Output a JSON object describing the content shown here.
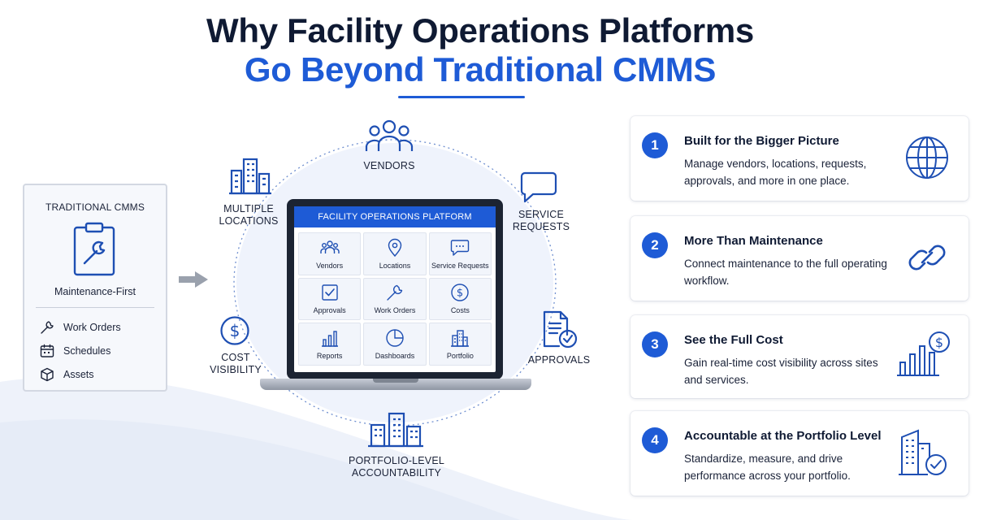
{
  "title": {
    "line1": "Why Facility Operations Platforms",
    "line2": "Go Beyond Traditional CMMS"
  },
  "cmms": {
    "title": "TRADITIONAL CMMS",
    "subtitle": "Maintenance-First",
    "items": [
      {
        "label": "Work Orders",
        "icon": "wrench-icon"
      },
      {
        "label": "Schedules",
        "icon": "calendar-icon"
      },
      {
        "label": "Assets",
        "icon": "cube-icon"
      }
    ]
  },
  "orbit": {
    "vendors": "VENDORS",
    "service_requests_1": "SERVICE",
    "service_requests_2": "REQUESTS",
    "approvals": "APPROVALS",
    "portfolio_1": "PORTFOLIO-LEVEL",
    "portfolio_2": "ACCOUNTABILITY",
    "cost_1": "COST",
    "cost_2": "VISIBILITY",
    "locations_1": "MULTIPLE",
    "locations_2": "LOCATIONS"
  },
  "platform": {
    "header": "FACILITY OPERATIONS PLATFORM",
    "tiles": [
      {
        "label": "Vendors",
        "icon": "people-icon"
      },
      {
        "label": "Locations",
        "icon": "location-pin-icon"
      },
      {
        "label": "Service Requests",
        "icon": "chat-bubble-icon"
      },
      {
        "label": "Approvals",
        "icon": "checkbox-icon"
      },
      {
        "label": "Work Orders",
        "icon": "wrench-icon"
      },
      {
        "label": "Costs",
        "icon": "dollar-icon"
      },
      {
        "label": "Reports",
        "icon": "bar-chart-icon"
      },
      {
        "label": "Dashboards",
        "icon": "pie-chart-icon"
      },
      {
        "label": "Portfolio",
        "icon": "building-icon"
      }
    ]
  },
  "benefits": [
    {
      "number": "1",
      "title": "Built for the Bigger Picture",
      "desc": "Manage vendors, locations, requests, approvals, and more in one place.",
      "icon": "globe-icon"
    },
    {
      "number": "2",
      "title": "More Than Maintenance",
      "desc": "Connect maintenance to the full operating workflow.",
      "icon": "link-icon"
    },
    {
      "number": "3",
      "title": "See the Full Cost",
      "desc": "Gain real-time cost visibility across sites and services.",
      "icon": "cost-chart-icon"
    },
    {
      "number": "4",
      "title": "Accountable at the Portfolio Level",
      "desc": "Standardize, measure, and drive performance across your portfolio.",
      "icon": "building-check-icon"
    }
  ],
  "colors": {
    "accent": "#1e5bd6",
    "navy": "#0f1a33",
    "icon_stroke": "#1e4fb3"
  }
}
